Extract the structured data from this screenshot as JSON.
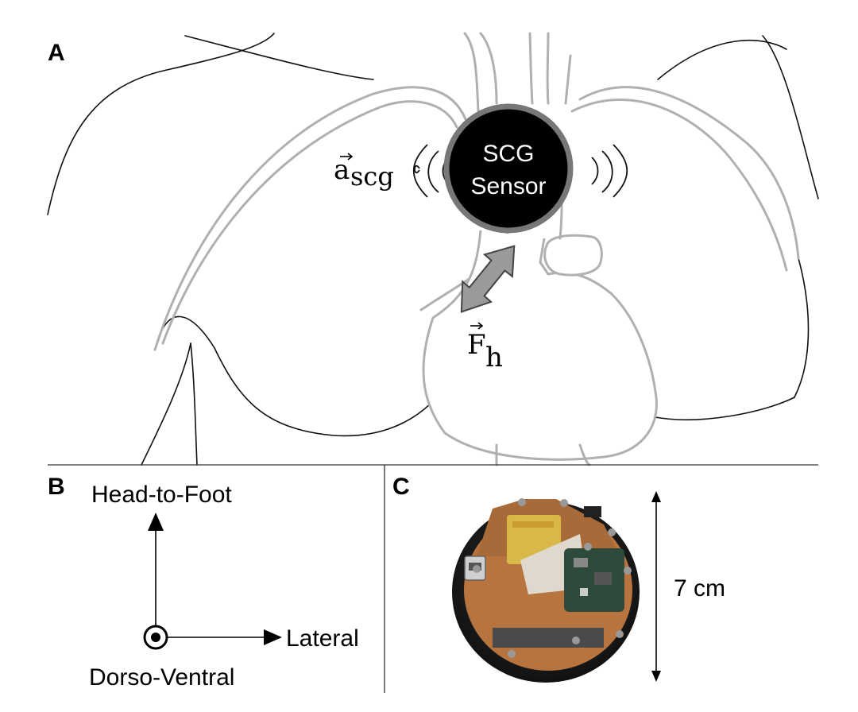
{
  "panels": {
    "a": "A",
    "b": "B",
    "c": "C"
  },
  "panel_a": {
    "sensor_line1": "SCG",
    "sensor_line2": "Sensor",
    "accel_symbol": "a",
    "accel_subscript": "scg",
    "force_symbol": "F",
    "force_subscript": "h"
  },
  "panel_b": {
    "head_to_foot": "Head-to-Foot",
    "lateral": "Lateral",
    "dorso_ventral": "Dorso-Ventral"
  },
  "panel_c": {
    "size_label": "7 cm"
  },
  "colors": {
    "sensor_fill": "#000000",
    "sensor_ring": "#777777",
    "heart_outline": "#b0b0b0",
    "force_arrow": "#9a9a9a",
    "pcb_orange": "#b8743f",
    "pcb_green": "#2e4a3a",
    "battery": "#d9b84a"
  }
}
